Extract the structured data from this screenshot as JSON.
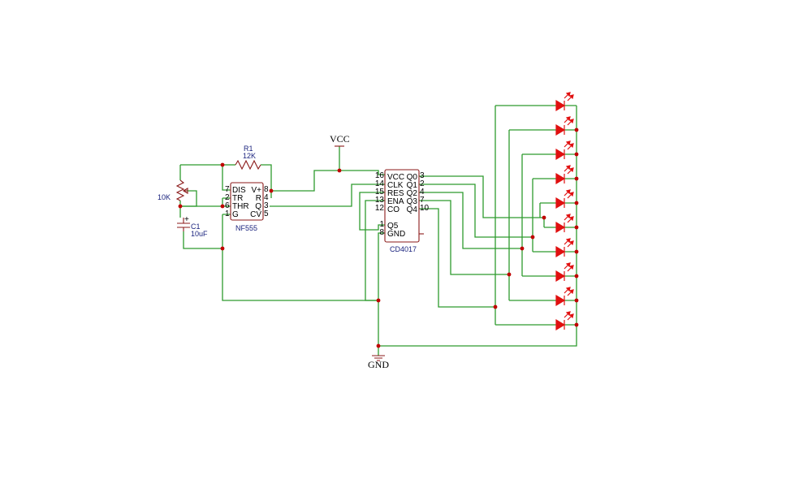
{
  "colors": {
    "wire": "#2e9b2e",
    "component": "#8b1a1a",
    "led": "#e01010",
    "junction": "#c00000",
    "component_name": "#1a237e"
  },
  "power": {
    "vcc": "VCC",
    "gnd": "GND"
  },
  "r1": {
    "ref": "R1",
    "value": "12K"
  },
  "pot": {
    "value": "10K"
  },
  "c1": {
    "ref": "C1",
    "value": "10uF"
  },
  "ic555": {
    "name": "NF555",
    "left_pins": [
      {
        "num": "7",
        "label": "DIS"
      },
      {
        "num": "2",
        "label": "TR"
      },
      {
        "num": "6",
        "label": "THR"
      },
      {
        "num": "1",
        "label": "G"
      }
    ],
    "right_pins": [
      {
        "num": "8",
        "label": "V+"
      },
      {
        "num": "4",
        "label": "R"
      },
      {
        "num": "3",
        "label": "Q"
      },
      {
        "num": "5",
        "label": "CV"
      }
    ]
  },
  "ic4017": {
    "name": "CD4017",
    "left_pins": [
      {
        "num": "16",
        "label": "VCC"
      },
      {
        "num": "14",
        "label": "CLK"
      },
      {
        "num": "15",
        "label": "RES"
      },
      {
        "num": "13",
        "label": "ENA"
      },
      {
        "num": "12",
        "label": "CO"
      },
      {
        "num": "1",
        "label": "Q5"
      },
      {
        "num": "8",
        "label": "GND"
      }
    ],
    "right_pins": [
      {
        "num": "3",
        "label": "Q0"
      },
      {
        "num": "2",
        "label": "Q1"
      },
      {
        "num": "4",
        "label": "Q2"
      },
      {
        "num": "7",
        "label": "Q3"
      },
      {
        "num": "10",
        "label": "Q4"
      }
    ]
  },
  "leds": {
    "count": 10
  }
}
